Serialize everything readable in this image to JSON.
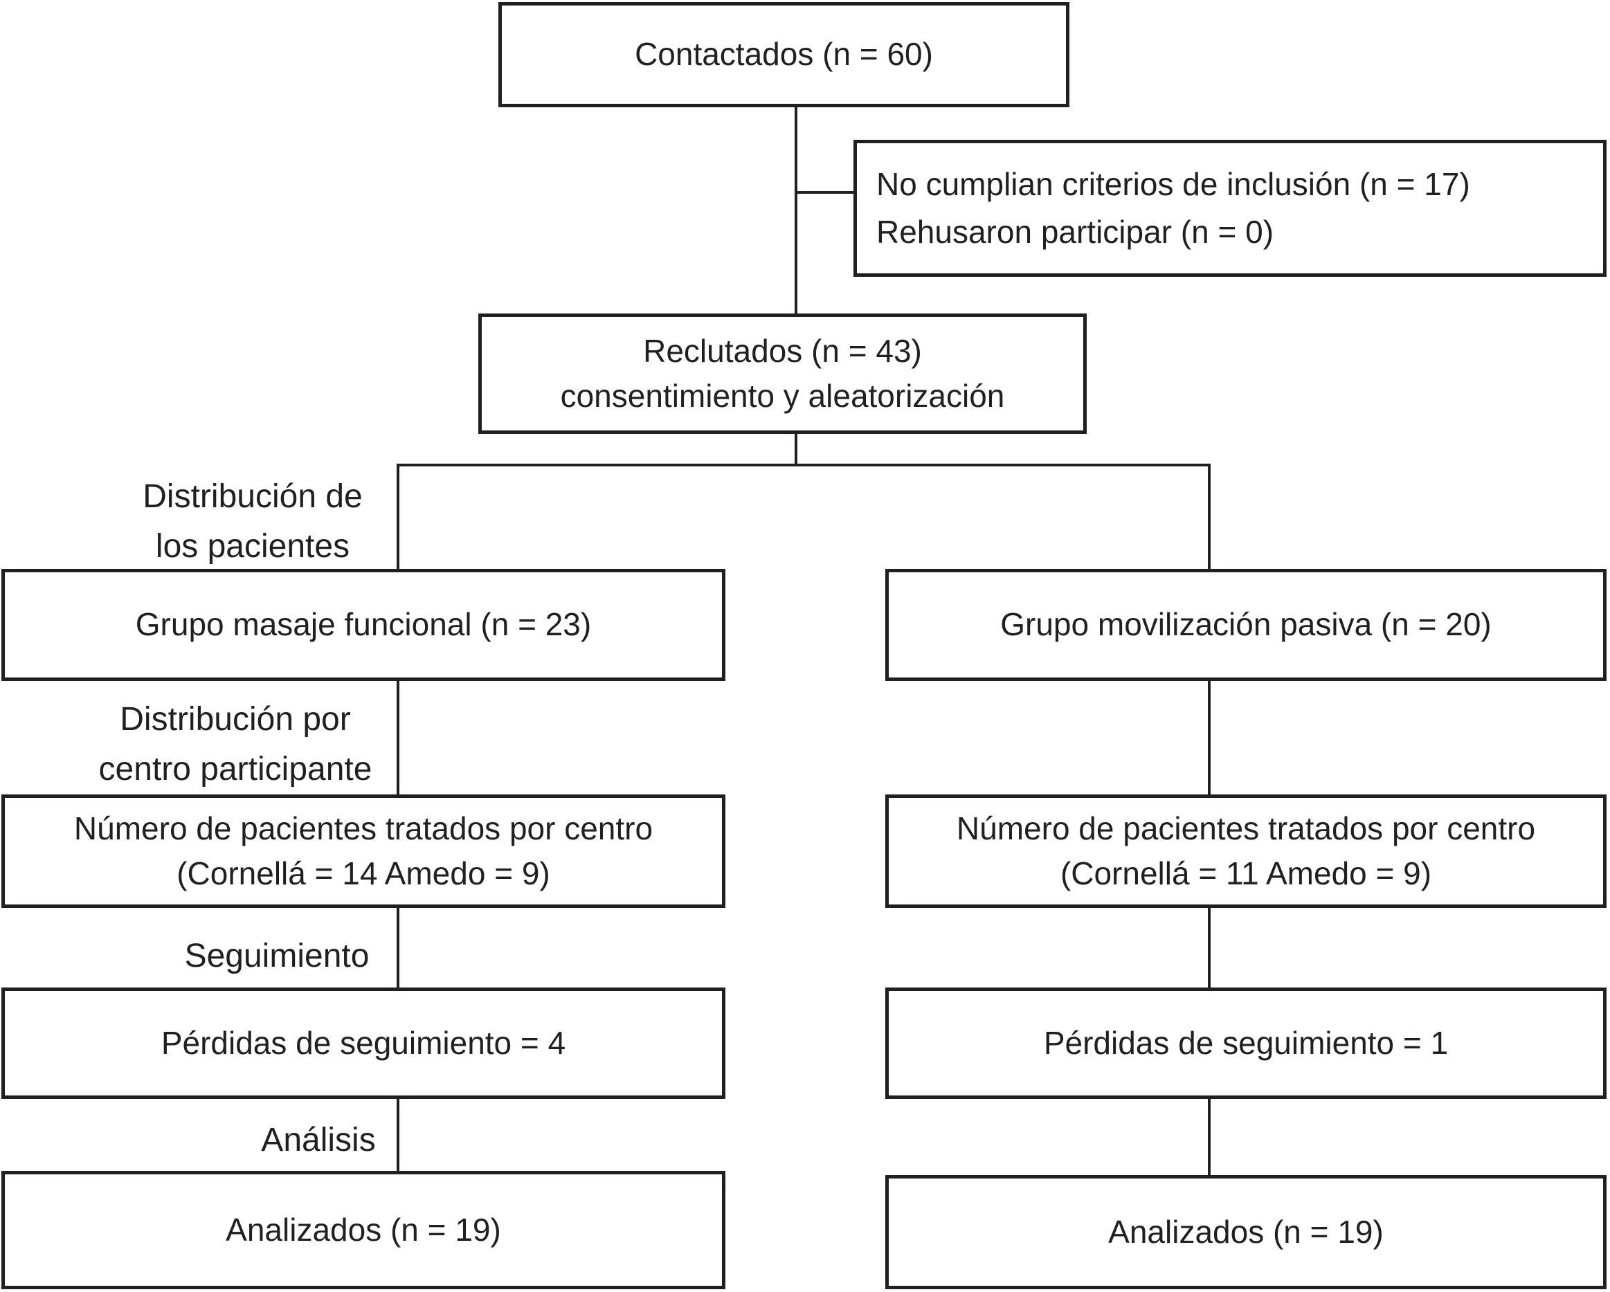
{
  "diagram": {
    "colors": {
      "line": "#231f20",
      "text": "#231f20",
      "background": "#ffffff"
    },
    "nodes": {
      "contacted": {
        "text": "Contactados (n = 60)"
      },
      "excluded": {
        "line1": "No cumplian criterios de inclusión (n = 17)",
        "line2": "Rehusaron participar (n = 0)"
      },
      "recruited": {
        "line1": "Reclutados (n = 43)",
        "line2": "consentimiento y aleatorización"
      },
      "group_left": {
        "text": "Grupo masaje funcional (n = 23)"
      },
      "group_right": {
        "text": "Grupo movilización pasiva (n = 20)"
      },
      "centers_left": {
        "line1": "Número de pacientes tratados por centro",
        "line2": "(Cornellá = 14 Amedo = 9)"
      },
      "centers_right": {
        "line1": "Número de pacientes tratados por centro",
        "line2": "(Cornellá = 11 Amedo = 9)"
      },
      "losses_left": {
        "text": "Pérdidas de seguimiento = 4"
      },
      "losses_right": {
        "text": "Pérdidas de seguimiento = 1"
      },
      "analyzed_left": {
        "text": "Analizados (n = 19)"
      },
      "analyzed_right": {
        "text": "Analizados (n = 19)"
      }
    },
    "stage_labels": {
      "distribution_patients": {
        "line1": "Distribución de",
        "line2": "los pacientes"
      },
      "distribution_centers": {
        "line1": "Distribución por",
        "line2": "centro participante"
      },
      "followup": {
        "text": "Seguimiento"
      },
      "analysis": {
        "text": "Análisis"
      }
    }
  }
}
